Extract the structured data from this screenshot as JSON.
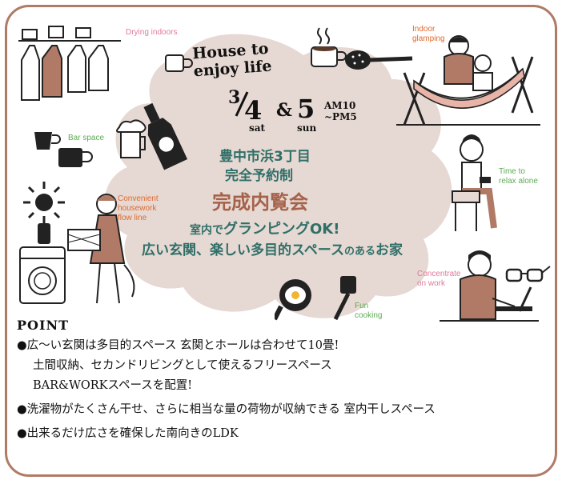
{
  "header": {
    "title": "House to\nenjoy life"
  },
  "event": {
    "date1_month": "3",
    "date1_day": "4",
    "date1_dow": "sat",
    "amp": "&",
    "date2_day": "5",
    "date2_dow": "sun",
    "time": "AM10\n~PM5"
  },
  "info": {
    "location": "豊中市浜3丁目",
    "reservation": "完全予約制",
    "headline": "完成内覧会",
    "tagline_prefix": "室内で",
    "tagline_highlight": "グランピングOK!",
    "tagline2_a": "広い玄関、楽しい多目的スペース",
    "tagline2_b": "のある",
    "tagline2_c": "お家"
  },
  "captions": {
    "drying": "Drying indoors",
    "glamping": "Indoor\nglamping",
    "bar": "Bar space",
    "relax": "Time to\nrelax alone",
    "housework": "Convenient\nhousework\nflow line",
    "concentrate": "Concentrate\non work",
    "cooking": "Fun\ncooking"
  },
  "points": {
    "heading": "POINT",
    "items": [
      "●広～い玄関は多目的スペース 玄関とホールは合わせて10畳!",
      "土間収納、セカンドリビングとして使えるフリースペース",
      "BAR&WORKスペースを配置!",
      "●洗濯物がたくさん干せ、さらに相当な量の荷物が収納できる 室内干しスペース",
      "●出来るだけ広さを確保した南向きのLDK"
    ]
  },
  "colors": {
    "border": "#b07a66",
    "blob": "#e6d8d2",
    "teal": "#2f6f68",
    "brown": "#a5624a",
    "pink": "#e07a9a",
    "green": "#5faa55",
    "orange": "#e06a30"
  },
  "icons": [
    "clothes-rack-icon",
    "mug-icon",
    "coffee-icon",
    "ladle-icon",
    "hammock-icon",
    "beer-icon",
    "bottle-icon",
    "sun-icon",
    "laundry-woman-icon",
    "washing-machine-icon",
    "relaxing-woman-icon",
    "frying-pan-icon",
    "spatula-icon",
    "laptop-man-icon",
    "glasses-icon"
  ]
}
